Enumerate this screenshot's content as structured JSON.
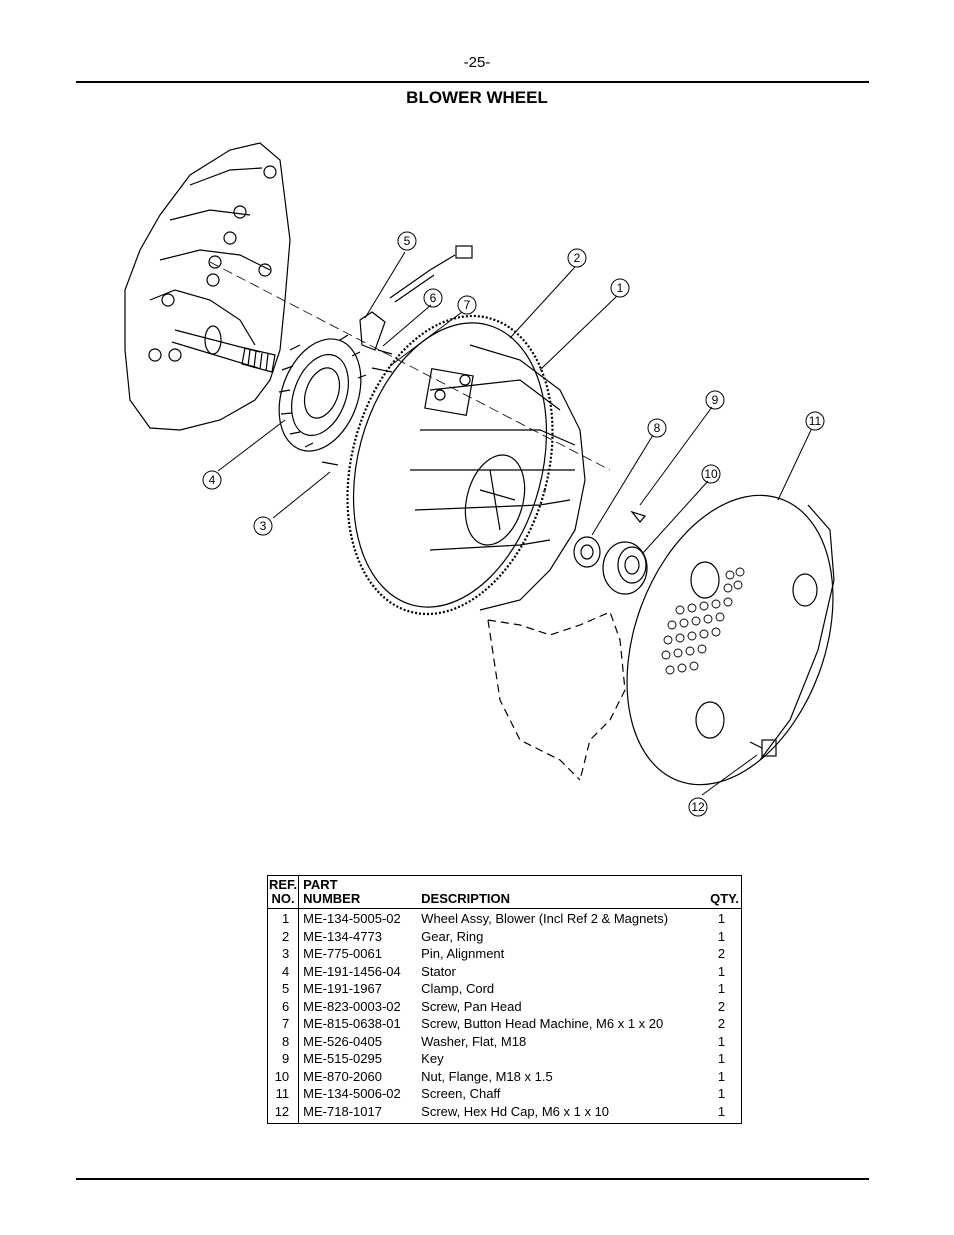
{
  "header": {
    "page_number": "-25-",
    "title": "BLOWER WHEEL"
  },
  "figure": {
    "callouts": [
      "1",
      "2",
      "3",
      "4",
      "5",
      "6",
      "7",
      "8",
      "9",
      "10",
      "11",
      "12"
    ]
  },
  "table": {
    "headers": {
      "ref_line1": "REF.",
      "ref_line2": "NO.",
      "part_line1": "PART",
      "part_line2": "NUMBER",
      "description": "DESCRIPTION",
      "qty": "QTY."
    },
    "rows": [
      {
        "ref": "1",
        "part": "ME-134-5005-02",
        "description": "Wheel Assy, Blower (Incl Ref 2 & Magnets)",
        "qty": "1"
      },
      {
        "ref": "2",
        "part": "ME-134-4773",
        "description": "Gear, Ring",
        "qty": "1"
      },
      {
        "ref": "3",
        "part": "ME-775-0061",
        "description": "Pin, Alignment",
        "qty": "2"
      },
      {
        "ref": "4",
        "part": "ME-191-1456-04",
        "description": "Stator",
        "qty": "1"
      },
      {
        "ref": "5",
        "part": "ME-191-1967",
        "description": "Clamp, Cord",
        "qty": "1"
      },
      {
        "ref": "6",
        "part": "ME-823-0003-02",
        "description": "Screw, Pan Head",
        "qty": "2"
      },
      {
        "ref": "7",
        "part": "ME-815-0638-01",
        "description": "Screw, Button Head Machine, M6 x 1 x 20",
        "qty": "2"
      },
      {
        "ref": "8",
        "part": "ME-526-0405",
        "description": "Washer, Flat, M18",
        "qty": "1"
      },
      {
        "ref": "9",
        "part": "ME-515-0295",
        "description": "Key",
        "qty": "1"
      },
      {
        "ref": "10",
        "part": "ME-870-2060",
        "description": "Nut, Flange, M18 x 1.5",
        "qty": "1"
      },
      {
        "ref": "11",
        "part": "ME-134-5006-02",
        "description": "Screen, Chaff",
        "qty": "1"
      },
      {
        "ref": "12",
        "part": "ME-718-1017",
        "description": "Screw, Hex Hd Cap, M6 x 1 x 10",
        "qty": "1"
      }
    ]
  }
}
